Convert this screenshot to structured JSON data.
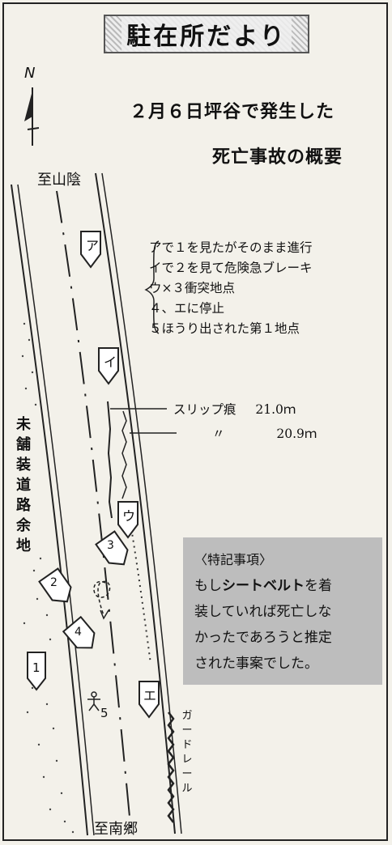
{
  "title": "駐在所だより",
  "headline_line1": "２月６日坪谷で発生した",
  "headline_line2": "死亡事故の概要",
  "north_label": "N",
  "direction_top": "至山陰",
  "direction_bottom": "至南郷",
  "roadside_label": "未舗装道路余地",
  "guardrail_label": "ガードレール",
  "legend": [
    "アで１を見たがそのまま進行",
    "イで２を見て危険急ブレーキ",
    "ウ×３衝突地点",
    "４、エに停止",
    "５ほうり出された第１地点"
  ],
  "skid_marks": [
    {
      "label": "スリップ痕",
      "length": "21.0ｍ"
    },
    {
      "label": "〃",
      "length": "20.9ｍ"
    }
  ],
  "markers": {
    "a": "ア",
    "i": "イ",
    "u": "ウ",
    "e": "エ",
    "m1": "1",
    "m2": "2",
    "m3": "3",
    "m4": "4",
    "m5": "5"
  },
  "note": {
    "header": "〈特記事項〉",
    "line1_pre": "もし",
    "line1_bold": "シートベルト",
    "line1_post": "を着",
    "line2": "装していれば死亡しな",
    "line3": "かったであろうと推定",
    "line4": "された事案でした。"
  }
}
